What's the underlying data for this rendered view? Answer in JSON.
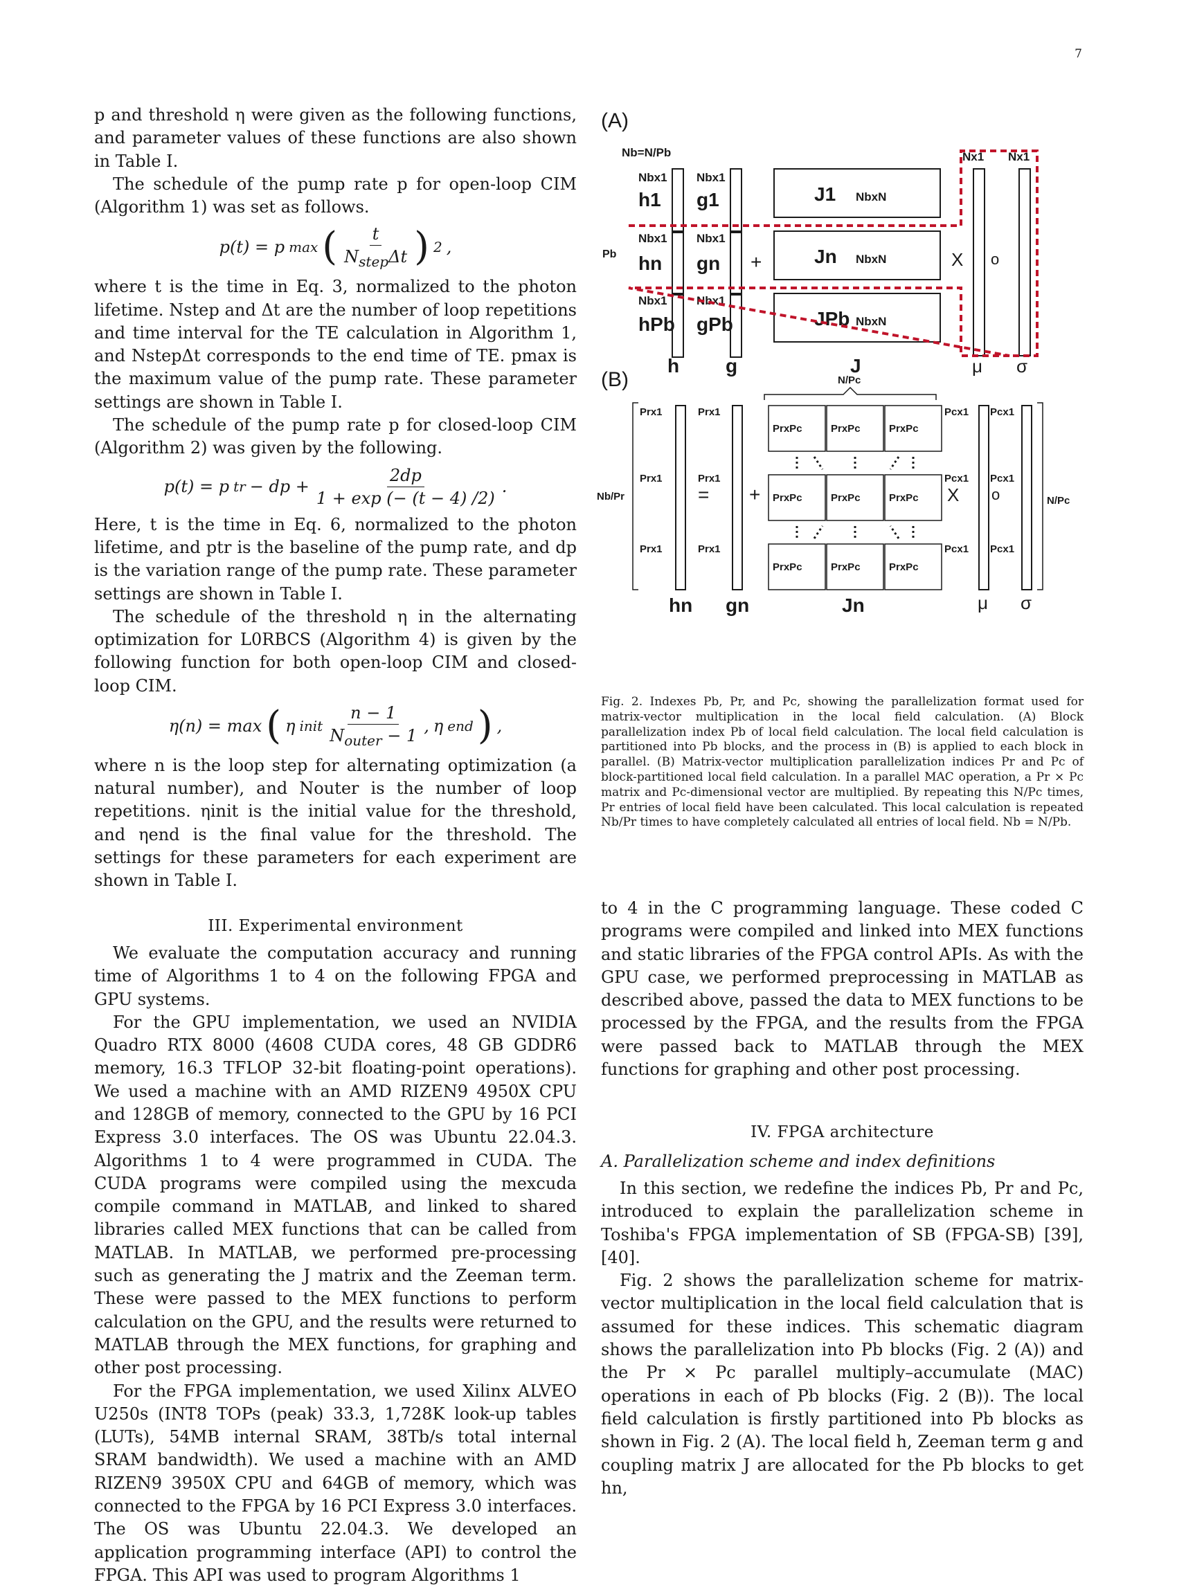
{
  "page_number": "7",
  "left": {
    "p1": "p and threshold η were given as the following functions, and parameter values of these functions are also shown in Table I.",
    "p2": "The schedule of the pump rate p for open-loop CIM (Algorithm 1) was set as follows.",
    "eq1": {
      "lhs": "p(t) = p",
      "lhs_sub": "max",
      "num": "t",
      "den": "N",
      "den_sub": "step",
      "den_tail": "Δt",
      "exp": "2"
    },
    "p3": "where t is the time in Eq. 3, normalized to the photon lifetime. Nstep and Δt are the number of loop repetitions and time interval for the TE calculation in Algorithm 1, and NstepΔt corresponds to the end time of TE. pmax is the maximum value of the pump rate. These parameter settings are shown in Table I.",
    "p4": "The schedule of the pump rate p for closed-loop CIM (Algorithm 2) was given by the following.",
    "eq2": {
      "lhs": "p(t) = p",
      "lhs_sub": "tr",
      "mid": " − dp + ",
      "num": "2dp",
      "den": "1 + exp (− (t − 4) /2)"
    },
    "p5": "Here, t is the time in Eq. 6, normalized to the photon lifetime, and ptr is the baseline of the pump rate, and dp is the variation range of the pump rate. These parameter settings are shown in Table I.",
    "p6": "The schedule of the threshold η in the alternating optimization for L0RBCS (Algorithm 4) is given by the following function for both open-loop CIM and closed-loop CIM.",
    "eq3": {
      "lhs": "η(n) = max",
      "init": "η",
      "init_sub": "init",
      "num": "n − 1",
      "den": "N",
      "den_sub": "outer",
      "den_tail": " − 1",
      "end": "η",
      "end_sub": "end"
    },
    "p7": "where n is the loop step for alternating optimization (a natural number), and Nouter is the number of loop repetitions. ηinit is the initial value for the threshold, and ηend is the final value for the threshold. The settings for these parameters for each experiment are shown in Table I.",
    "section3": "III. Experimental environment",
    "p8": "We evaluate the computation accuracy and running time of Algorithms 1 to 4 on the following FPGA and GPU systems.",
    "p9": "For the GPU implementation, we used an NVIDIA Quadro RTX 8000 (4608 CUDA cores, 48 GB GDDR6 memory, 16.3 TFLOP 32-bit floating-point operations). We used a machine with an AMD RIZEN9 4950X CPU and 128GB of memory, connected to the GPU by 16 PCI Express 3.0 interfaces. The OS was Ubuntu 22.04.3. Algorithms 1 to 4 were programmed in CUDA. The CUDA programs were compiled using the mexcuda compile command in MATLAB, and linked to shared libraries called MEX functions that can be called from MATLAB. In MATLAB, we performed pre-processing such as generating the J matrix and the Zeeman term. These were passed to the MEX functions to perform calculation on the GPU, and the results were returned to MATLAB through the MEX functions, for graphing and other post processing.",
    "p10": "For the FPGA implementation, we used Xilinx ALVEO U250s (INT8 TOPs (peak) 33.3, 1,728K look-up tables (LUTs), 54MB internal SRAM, 38Tb/s total internal SRAM bandwidth). We used a machine with an AMD RIZEN9 3950X CPU and 64GB of memory, which was connected to the FPGA by 16 PCI Express 3.0 interfaces. The OS was Ubuntu 22.04.3. We developed an application programming interface (API) to control the FPGA. This API was used to program Algorithms 1"
  },
  "figure": {
    "label_a": "(A)",
    "label_b": "(B)",
    "a": {
      "nb_def": "Nb=N/Pb",
      "nbx1": "Nbx1",
      "nx1": "Nx1",
      "nbxn": "NbxN",
      "h1": "h1",
      "hn": "hn",
      "hpb": "hPb",
      "g1": "g1",
      "gn": "gn",
      "gpb": "gPb",
      "j1": "J1",
      "jn": "Jn",
      "jpb": "JPb",
      "pb": "Pb",
      "plus": "+",
      "times": "X",
      "odot": "o",
      "eq": "=",
      "bottom": [
        "h",
        "g",
        "J",
        "μ",
        "σ"
      ]
    },
    "b": {
      "n_pc": "N/Pc",
      "nb_pr": "Nb/Pr",
      "prx1": "Prx1",
      "pcx1": "Pcx1",
      "prxpc": "PrxPc",
      "bottom": [
        "hn",
        "gn",
        "Jn",
        "μ",
        "σ"
      ]
    }
  },
  "caption": "Fig. 2.  Indexes Pb, Pr, and Pc, showing the parallelization format used for matrix-vector multiplication in the local field calculation. (A) Block parallelization index Pb of local field calculation. The local field calculation is partitioned into Pb blocks, and the process in (B) is applied to each block in parallel. (B) Matrix-vector multiplication parallelization indices Pr and Pc of block-partitioned local field calculation. In a parallel MAC operation, a Pr × Pc matrix and Pc-dimensional vector are multiplied. By repeating this N/Pc times, Pr entries of local field have been calculated. This local calculation is repeated Nb/Pr times to have completely calculated all entries of local field. Nb = N/Pb.",
  "right": {
    "p1": "to 4 in the C programming language. These coded C programs were compiled and linked into MEX functions and static libraries of the FPGA control APIs. As with the GPU case, we performed preprocessing in MATLAB as described above, passed the data to MEX functions to be processed by the FPGA, and the results from the FPGA were passed back to MATLAB through the MEX functions for graphing and other post processing.",
    "section4": "IV. FPGA architecture",
    "subsection": "A. Parallelization scheme and index definitions",
    "p2": "In this section, we redefine the indices Pb, Pr and Pc, introduced to explain the parallelization scheme in Toshiba's FPGA implementation of SB (FPGA-SB) [39], [40].",
    "p3": "Fig. 2 shows the parallelization scheme for matrix-vector multiplication in the local field calculation that is assumed for these indices. This schematic diagram shows the parallelization into Pb blocks (Fig. 2 (A)) and the Pr × Pc parallel multiply–accumulate (MAC) operations in each of Pb blocks (Fig. 2 (B)). The local field calculation is firstly partitioned into Pb blocks as shown in Fig. 2 (A). The local field h, Zeeman term g and coupling matrix J are allocated for the Pb blocks to get hn,"
  }
}
